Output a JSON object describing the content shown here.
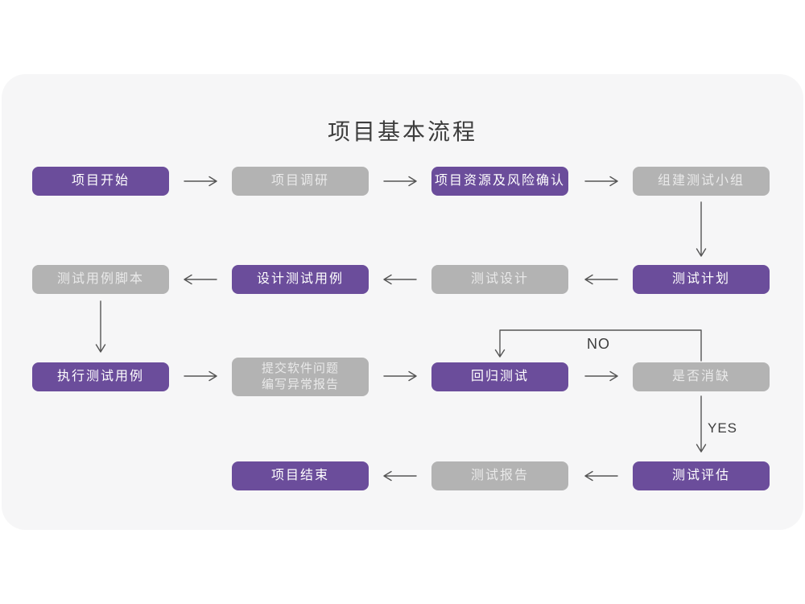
{
  "title": "项目基本流程",
  "colors": {
    "purple": "#6b4d9b",
    "gray": "#b3b3b3",
    "card": "#f6f6f7",
    "arrow": "#555555",
    "text": "#3d3d3d"
  },
  "labels": {
    "no": "NO",
    "yes": "YES"
  },
  "nodes": {
    "start": {
      "label": "项目开始",
      "variant": "purple"
    },
    "research": {
      "label": "项目调研",
      "variant": "gray"
    },
    "risk": {
      "label": "项目资源及风险确认",
      "variant": "purple"
    },
    "team": {
      "label": "组建测试小组",
      "variant": "gray"
    },
    "plan": {
      "label": "测试计划",
      "variant": "purple"
    },
    "design": {
      "label": "测试设计",
      "variant": "gray"
    },
    "cases": {
      "label": "设计测试用例",
      "variant": "purple"
    },
    "scripts": {
      "label": "测试用例脚本",
      "variant": "gray"
    },
    "execute": {
      "label": "执行测试用例",
      "variant": "purple"
    },
    "report_issue": {
      "label": "提交软件问题",
      "label2": "编写异常报告",
      "variant": "gray"
    },
    "regression": {
      "label": "回归测试",
      "variant": "purple"
    },
    "defect_cleared": {
      "label": "是否消缺",
      "variant": "gray"
    },
    "evaluation": {
      "label": "测试评估",
      "variant": "purple"
    },
    "test_report": {
      "label": "测试报告",
      "variant": "gray"
    },
    "end": {
      "label": "项目结束",
      "variant": "purple"
    }
  }
}
